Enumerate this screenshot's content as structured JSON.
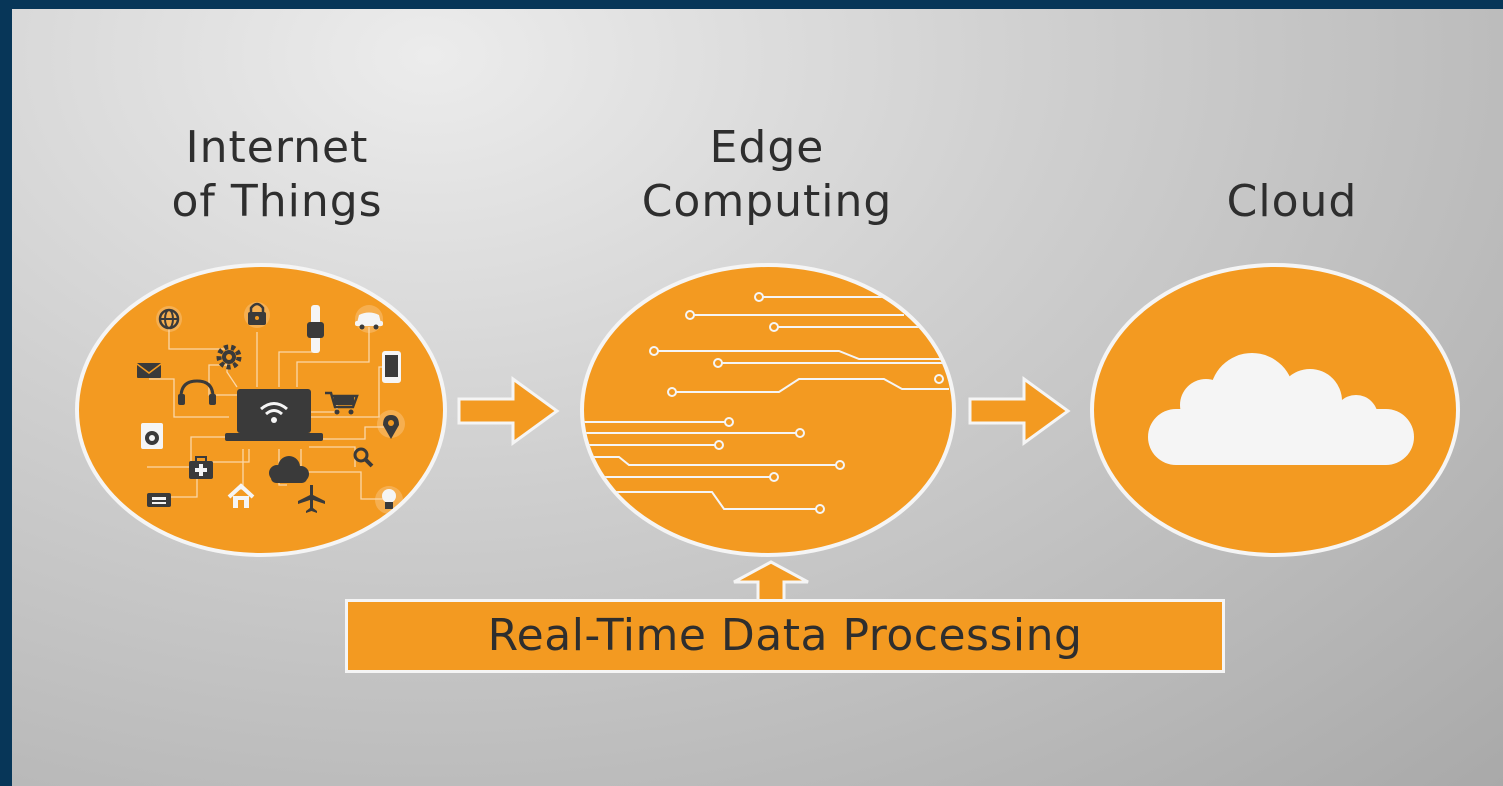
{
  "labels": {
    "iot_line1": "Internet",
    "iot_line2": "of Things",
    "edge_line1": "Edge",
    "edge_line2": "Computing",
    "cloud": "Cloud",
    "processing": "Real-Time Data Processing"
  },
  "colors": {
    "frame_border": "#073658",
    "circle_fill": "#f39a21",
    "icon_dark": "#3a3a3a",
    "line_light": "#f5f5f5",
    "text": "#2e2e2e"
  },
  "iot_icons": [
    "globe-icon",
    "lock-icon",
    "smartwatch-icon",
    "car-icon",
    "mail-icon",
    "gear-icon",
    "smartphone-icon",
    "headphones-icon",
    "shopping-cart-icon",
    "washing-machine-icon",
    "location-pin-icon",
    "first-aid-kit-icon",
    "search-icon",
    "cloud-icon",
    "printer-icon",
    "home-icon",
    "airplane-icon",
    "lightbulb-icon",
    "laptop-wifi-icon"
  ]
}
